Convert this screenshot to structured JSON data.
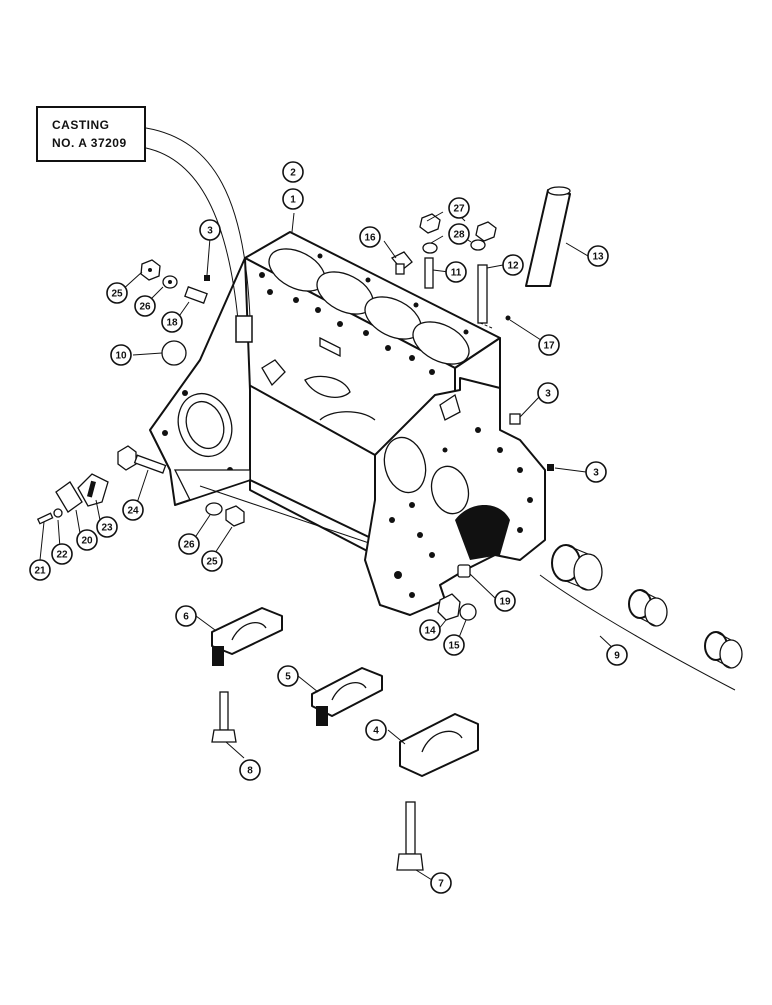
{
  "casting_label": {
    "line1": "CASTING",
    "line2": "NO. A 37209"
  },
  "callouts": [
    {
      "id": "1",
      "name": "callout-1"
    },
    {
      "id": "2",
      "name": "callout-2"
    },
    {
      "id": "3",
      "name": "callout-3-top-left"
    },
    {
      "id": "3",
      "name": "callout-3-right-upper"
    },
    {
      "id": "3",
      "name": "callout-3-right-lower"
    },
    {
      "id": "4",
      "name": "callout-4"
    },
    {
      "id": "5",
      "name": "callout-5"
    },
    {
      "id": "6",
      "name": "callout-6"
    },
    {
      "id": "7",
      "name": "callout-7"
    },
    {
      "id": "8",
      "name": "callout-8"
    },
    {
      "id": "9",
      "name": "callout-9"
    },
    {
      "id": "10",
      "name": "callout-10"
    },
    {
      "id": "11",
      "name": "callout-11"
    },
    {
      "id": "12",
      "name": "callout-12"
    },
    {
      "id": "13",
      "name": "callout-13"
    },
    {
      "id": "14",
      "name": "callout-14"
    },
    {
      "id": "15",
      "name": "callout-15"
    },
    {
      "id": "16",
      "name": "callout-16"
    },
    {
      "id": "17",
      "name": "callout-17"
    },
    {
      "id": "18",
      "name": "callout-18"
    },
    {
      "id": "19",
      "name": "callout-19"
    },
    {
      "id": "20",
      "name": "callout-20"
    },
    {
      "id": "21",
      "name": "callout-21"
    },
    {
      "id": "22",
      "name": "callout-22"
    },
    {
      "id": "23",
      "name": "callout-23"
    },
    {
      "id": "24",
      "name": "callout-24"
    },
    {
      "id": "25",
      "name": "callout-25-top"
    },
    {
      "id": "25",
      "name": "callout-25-bottom"
    },
    {
      "id": "26",
      "name": "callout-26-top"
    },
    {
      "id": "26",
      "name": "callout-26-bottom"
    },
    {
      "id": "27",
      "name": "callout-27"
    },
    {
      "id": "28",
      "name": "callout-28"
    }
  ]
}
